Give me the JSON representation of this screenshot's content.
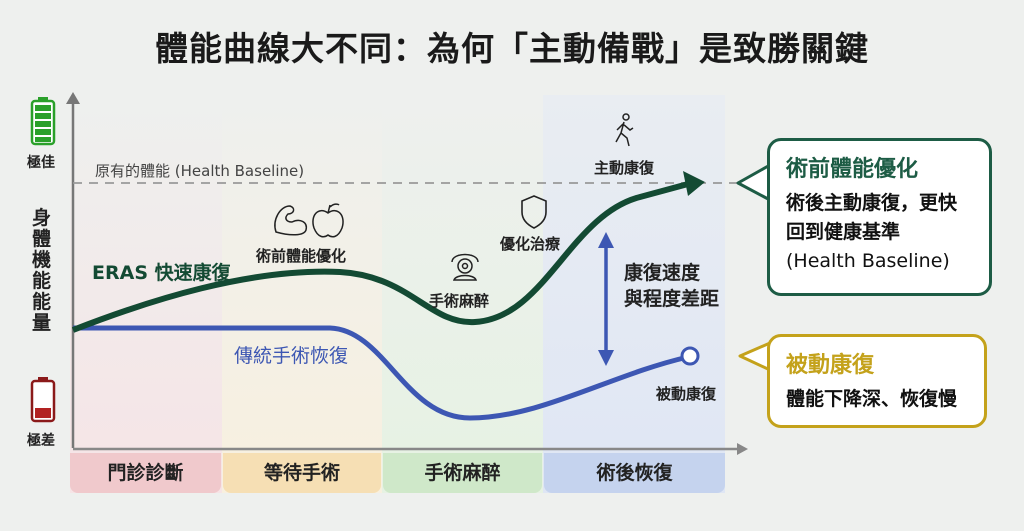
{
  "title": "體能曲線大不同：為何「主動備戰」是致勝關鍵",
  "y_axis": {
    "top_label": "極佳",
    "bottom_label": "極差",
    "title": "身體機能能量"
  },
  "baseline_label": "原有的體能 (Health Baseline)",
  "curves": {
    "eras": "ERAS 快速康復",
    "traditional": "傳統手術恢復"
  },
  "annotations": {
    "prehab": "術前體能優化",
    "anesthesia": "手術麻醉",
    "optimized": "優化治療",
    "active": "主動康復",
    "passive": "被動康復",
    "gap": [
      "康復速度",
      "與程度差距"
    ]
  },
  "phases": [
    "門診診斷",
    "等待手術",
    "手術麻醉",
    "術後恢復"
  ],
  "callouts": {
    "active": {
      "title": "術前體能優化",
      "lines": [
        "術後主動康復，更快",
        "回到健康基準",
        "(Health Baseline)"
      ],
      "color": "#1d5c45"
    },
    "passive": {
      "title": "被動康復",
      "lines": [
        "體能下降深、恢復慢"
      ],
      "color": "#c4a21b"
    }
  },
  "colors": {
    "eras": "#134a33",
    "traditional": "#3d57b3"
  }
}
